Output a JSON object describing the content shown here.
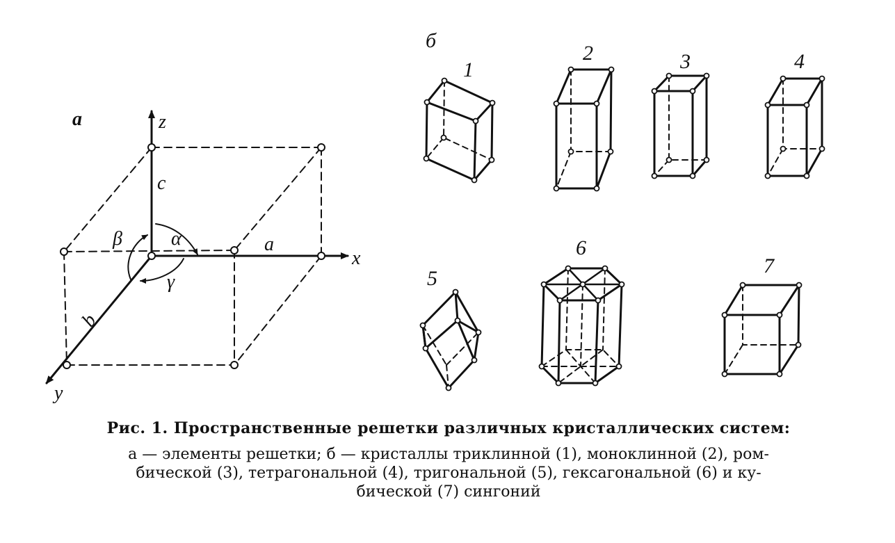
{
  "panel_a": {
    "label": "а",
    "axes": {
      "x": "x",
      "y": "y",
      "z": "z"
    },
    "edges": {
      "a": "a",
      "b": "b",
      "c": "c"
    },
    "angles": {
      "alpha": "α",
      "beta": "β",
      "gamma": "γ"
    }
  },
  "panel_b": {
    "label": "б",
    "crystals": [
      {
        "number": "1"
      },
      {
        "number": "2"
      },
      {
        "number": "3"
      },
      {
        "number": "4"
      },
      {
        "number": "5"
      },
      {
        "number": "6"
      },
      {
        "number": "7"
      }
    ]
  },
  "caption": {
    "title": "Рис. 1. Пространственные решетки различных кристаллических систем:",
    "line1": "а — элементы решетки; б — кристаллы триклинной (1), моноклинной (2), ром-",
    "line2": "бической (3), тетрагональной (4), тригональной (5), гексагональной (6) и ку-",
    "line3": "бической (7) сингоний"
  },
  "colors": {
    "ink": "#111111",
    "paper": "#ffffff"
  }
}
